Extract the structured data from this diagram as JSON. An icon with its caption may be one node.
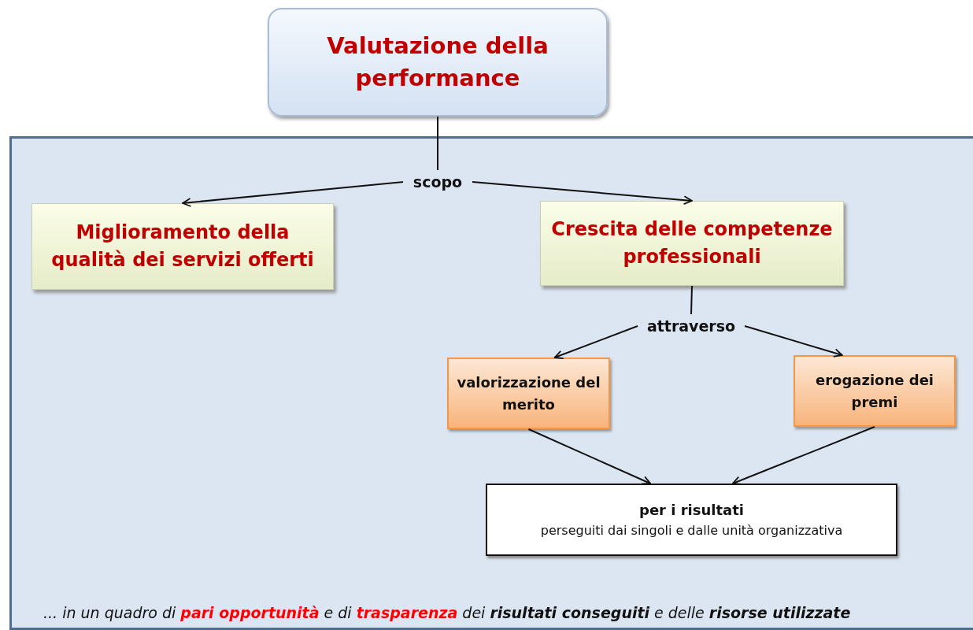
{
  "diagram": {
    "nodes": [
      {
        "text": [
          "Valutazione della performance"
        ]
      },
      {
        "text": [
          "... in un quadro di **pari opportunità** e di **trasparenza** dei **risultati conseguiti** e delle **risorse utilizzate**"
        ]
      },
      {
        "text": [
          "scopo"
        ],
        "in": 1
      },
      {
        "text": [
          "Miglioramento della qualità dei servizi offerti"
        ],
        "in": 1
      },
      {
        "text": [
          "Crescita delle competenze professionali"
        ],
        "in": 1
      },
      {
        "text": [
          "attraverso"
        ],
        "in": 1
      },
      {
        "text": [
          "valorizzazione del merito"
        ],
        "in": 1
      },
      {
        "text": [
          "erogazione dei premi"
        ],
        "in": 1
      },
      {
        "text": [
          "per i risultati",
          "perseguiti dai singoli e dalle unità organizzativa"
        ],
        "in": 1
      }
    ],
    "edges": [
      {
        "from": 0,
        "to": 2,
        "arrow": "none"
      },
      {
        "from": 2,
        "to": 3,
        "arrow": "to"
      },
      {
        "from": 2,
        "to": 4,
        "arrow": "to"
      },
      {
        "from": 4,
        "to": 5,
        "arrow": "none"
      },
      {
        "from": 5,
        "to": 6,
        "arrow": "to"
      },
      {
        "from": 5,
        "to": 7,
        "arrow": "to"
      },
      {
        "from": 6,
        "to": 8,
        "arrow": "to"
      },
      {
        "from": 7,
        "to": 8,
        "arrow": "to"
      }
    ]
  }
}
